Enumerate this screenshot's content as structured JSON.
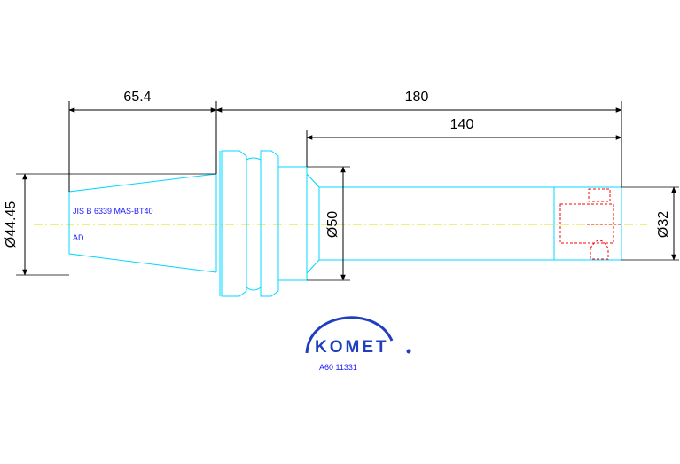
{
  "dimensions": {
    "taper_length": "65.4",
    "overall_length": "180",
    "shank_length": "140",
    "taper_diameter": "Ø44.45",
    "flange_diameter": "Ø50",
    "shank_diameter": "Ø32"
  },
  "notes": {
    "standard": "JIS B 6339 MAS-BT40",
    "variant": "AD"
  },
  "logo": {
    "brand": "KOMET",
    "part_number": "A60 11331"
  },
  "colors": {
    "outline": "#00d8ff",
    "dimension": "#000000",
    "centerline": "#e0e000",
    "hidden": "#ff0000",
    "note_text": "#1a1aff",
    "logo": "#1f3fbf"
  }
}
